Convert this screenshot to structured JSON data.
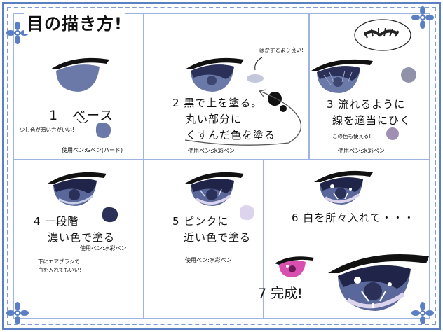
{
  "title": "目の描き方!",
  "colors": {
    "frame": "#5b7fc4",
    "frame_light": "#9db3e0",
    "iris_base": "#6b79a9",
    "iris_dark": "#3d4670",
    "blob_grey": "#8f92a8",
    "blob_lavender": "#dcd3ec",
    "blob_purple": "#9f8fb3",
    "blob_navy": "#2a3057",
    "pink_eye": "#d94fb0"
  },
  "panels": [
    {
      "step": "1　ベース",
      "note": "少し色が暗い方がいい!",
      "pen": "使用ペン:Gペン(ハード)"
    },
    {
      "step_line1": "2 黒で上を塗る。",
      "step_line2": "丸い部分に",
      "step_line3": "くすんだ色を塗る",
      "note": "ぼかすとより良い!",
      "pen": "使用ペン:水彩ペン"
    },
    {
      "step_line1": "3 流れるように",
      "step_line2": "線を適当にひく",
      "note": "この色も使える!",
      "pen": "使用ペン:水彩ペン"
    },
    {
      "step_line1": "4 一段階",
      "step_line2": "濃い色で塗る",
      "pen": "使用ペン:水彩ペン",
      "note_line1": "下にエアブラシで",
      "note_line2": "白を入れてもいい!"
    },
    {
      "step_line1": "5 ピンクに",
      "step_line2": "近い色で塗る",
      "pen": "使用ペン:水彩ペン"
    },
    {
      "step": "6 白を所々入れて・・・",
      "final": "7 完成!"
    }
  ]
}
